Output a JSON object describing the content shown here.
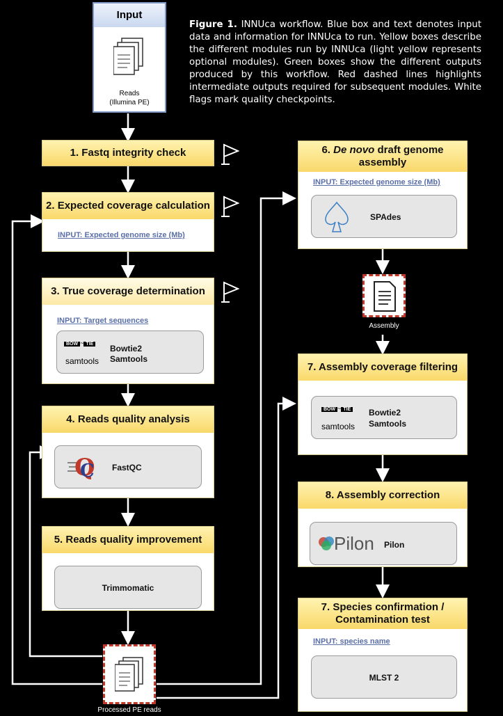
{
  "input_box": {
    "title": "Input",
    "label_line1": "Reads",
    "label_line2": "(Illumina PE)"
  },
  "caption": {
    "bold": "Figure 1.",
    "text": " INNUca workflow. Blue box and text denotes input data and information for INNUca to run. Yellow boxes describe the different modules run by INNUca (light yellow represents optional modules). Green boxes show the different outputs produced by this workflow. Red dashed lines highlights intermediate outputs required for subsequent modules. White flags mark quality checkpoints."
  },
  "modules": {
    "m1": {
      "title": "1. Fastq integrity check"
    },
    "m2": {
      "title": "2. Expected coverage calculation",
      "input": "INPUT: Expected genome size (Mb)"
    },
    "m3": {
      "title": "3. True coverage determination",
      "input": "INPUT: Target sequences",
      "tool_line1": "Bowtie2",
      "tool_line2": "Samtools",
      "logo_bow": "BOW",
      "logo_tie": "TIE",
      "logo_samtools": "samtools"
    },
    "m4": {
      "title": "4. Reads quality analysis",
      "tool": "FastQC"
    },
    "m5": {
      "title": "5. Reads quality improvement",
      "tool": "Trimmomatic"
    },
    "m6": {
      "title_num": "6. ",
      "title_italic": "De novo",
      "title_rest": " draft genome",
      "title_line2": "assembly",
      "input": "INPUT: Expected genome size (Mb)",
      "tool": "SPAdes"
    },
    "m7a": {
      "title": "7. Assembly coverage filtering",
      "tool_line1": "Bowtie2",
      "tool_line2": "Samtools",
      "logo_bow": "BOW",
      "logo_tie": "TIE",
      "logo_samtools": "samtools"
    },
    "m8": {
      "title": "8. Assembly correction",
      "tool": "Pilon",
      "logo_text": "Pilon"
    },
    "m7b": {
      "title_line1": "7. Species confirmation /",
      "title_line2": "Contamination test",
      "input": "INPUT: species name",
      "tool": "MLST 2"
    }
  },
  "outputs": {
    "processed": "Processed PE reads",
    "assembly": "Assembly"
  },
  "colors": {
    "accent_red": "#c0392b",
    "input_blue": "#5b6fa8",
    "module_yellow": "#f9d86a"
  }
}
